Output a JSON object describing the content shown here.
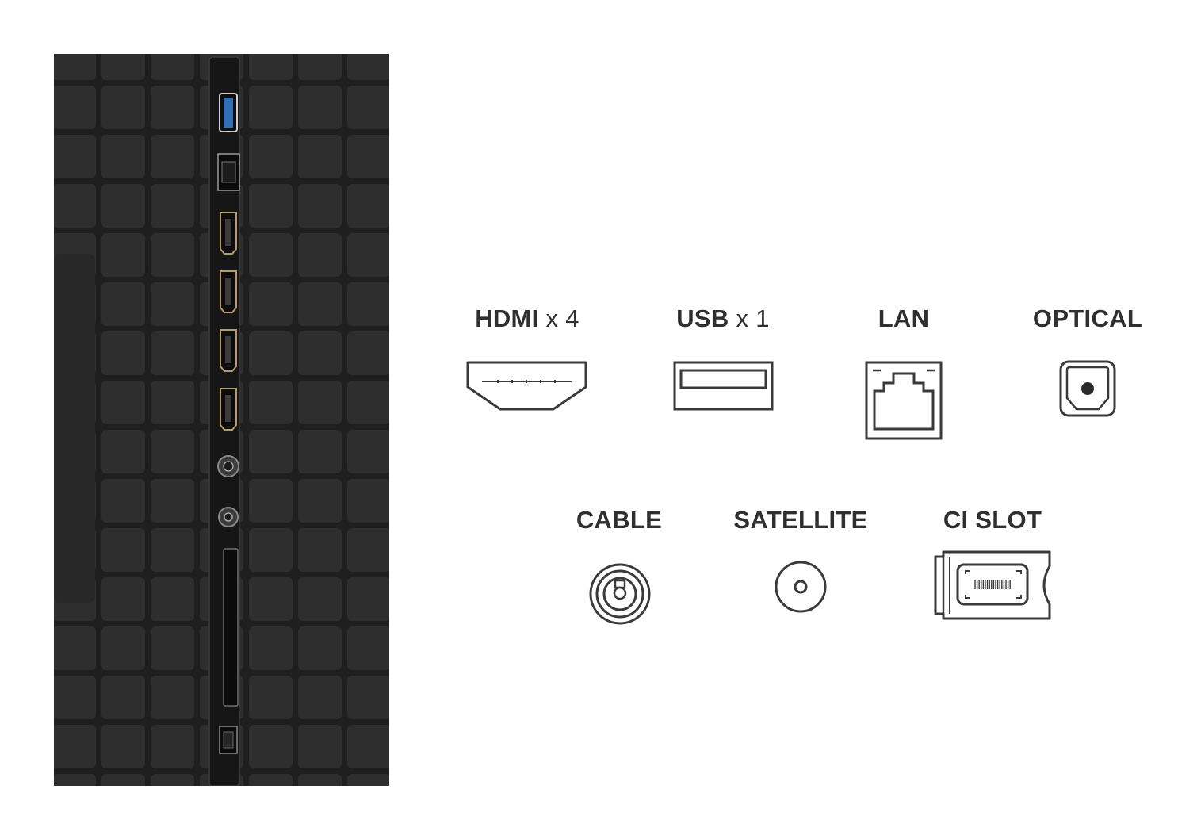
{
  "ports": [
    {
      "id": "hdmi",
      "name": "HDMI",
      "multiplier": "x 4",
      "icon": "hdmi-port-icon"
    },
    {
      "id": "usb",
      "name": "USB",
      "multiplier": "x 1",
      "icon": "usb-port-icon"
    },
    {
      "id": "lan",
      "name": "LAN",
      "multiplier": "",
      "icon": "ethernet-port-icon"
    },
    {
      "id": "optical",
      "name": "OPTICAL",
      "multiplier": "",
      "icon": "optical-port-icon"
    },
    {
      "id": "cable",
      "name": "CABLE",
      "multiplier": "",
      "icon": "coaxial-port-icon"
    },
    {
      "id": "satellite",
      "name": "SATELLITE",
      "multiplier": "",
      "icon": "satellite-port-icon"
    },
    {
      "id": "ci",
      "name": "CI SLOT",
      "multiplier": "",
      "icon": "ci-slot-icon"
    }
  ],
  "colors": {
    "label": "#2f2f2f",
    "icon_stroke": "#3a3a3a",
    "tv_panel": "#2a2a2a",
    "tv_grid": "#1d1d1d",
    "usb_blue": "#2f6fb5",
    "hdmi_gold": "#b89a6a"
  }
}
